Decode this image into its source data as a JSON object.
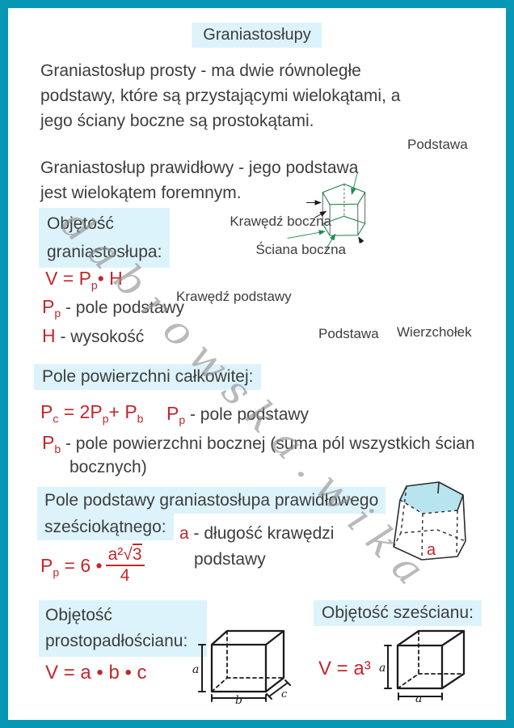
{
  "page": {
    "title": "Graniastosłupy",
    "watermark": "dabrowska.wika"
  },
  "colors": {
    "border": "#0897b4",
    "highlight": "#ddf3fb",
    "accent_red": "#c1272d",
    "accent_green": "#1f8a4d",
    "text": "#3d3d3d",
    "hex_top_fill": "#b8e4ef"
  },
  "intro": {
    "lines": [
      "Graniastosłup prosty - ma dwie równoległe",
      "podstawy, które są przystającymi wielokątami, a",
      "jego ściany boczne są prostokątami."
    ]
  },
  "regular": {
    "lines": [
      "Graniastosłup prawidłowy - jego podstawa",
      "jest wielokątem foremnym."
    ]
  },
  "volume_section": {
    "heading_lines": [
      "Objętość",
      "graniastosłupa:"
    ],
    "formula": {
      "lead": "V = ",
      "P": "P",
      "sub": "p",
      "tail": "• H"
    },
    "legend_pp": {
      "sym": "P",
      "sub": "p",
      "desc": " - pole podstawy"
    },
    "legend_h": {
      "sym": "H",
      "desc": " - wysokość"
    }
  },
  "prism_labels": {
    "top_base": "Podstawa",
    "lateral_edge": "Krawędź boczna",
    "lateral_face": "Ściana boczna",
    "base_edge": "Krawędź podstawy",
    "bottom_base": "Podstawa",
    "vertex": "Wierzchołek"
  },
  "total_area_section": {
    "heading": "Pole powierzchni całkowitej:",
    "formula": {
      "P1": "P",
      "s1": "c",
      "mid": " = 2",
      "P2": "P",
      "s2": "p",
      "plus": "+ ",
      "P3": "P",
      "s3": "b"
    },
    "legend_pp": {
      "sym": "P",
      "sub": "p",
      "desc": " - pole podstawy"
    },
    "legend_pb": {
      "sym": "P",
      "sub": "b",
      "desc": " - pole powierzchni bocznej (suma pól wszystkich ścian",
      "desc2": "bocznych)"
    }
  },
  "hex_section": {
    "heading_lines": [
      "Pole podstawy graniastosłupa prawidłowego",
      "sześciokątnego:"
    ],
    "legend_a": {
      "sym": "a",
      "desc": " - długość krawędzi",
      "desc2": "podstawy"
    },
    "formula": {
      "P": "P",
      "sub": "p",
      "mid": " = 6 • ",
      "num": "a²",
      "root": "√",
      "rad": "3",
      "den": "4"
    },
    "edge_label": "a"
  },
  "cuboid_section": {
    "heading_lines": [
      "Objętość",
      "prostopadłościanu:"
    ],
    "formula": "V = a • b • c",
    "dims": {
      "a": "a",
      "b": "b",
      "c": "c"
    }
  },
  "cube_section": {
    "heading": "Objętość sześcianu:",
    "formula": "V = a³",
    "dims": {
      "a_side": "a",
      "a_bottom": "a"
    }
  }
}
